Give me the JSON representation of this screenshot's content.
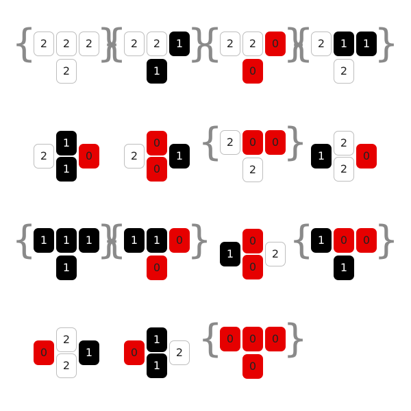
{
  "colors": {
    "white": "#ffffff",
    "black": "#000000",
    "red": "#e60000",
    "brace": "#8a8a8a"
  },
  "brace_glyphs": {
    "open": "{",
    "close": "}"
  },
  "figures": [
    {
      "kind": "row",
      "braces": true,
      "row": [
        "2",
        "2",
        "2"
      ],
      "below": "2"
    },
    {
      "kind": "row",
      "braces": true,
      "row": [
        "2",
        "2",
        "1"
      ],
      "below": "1"
    },
    {
      "kind": "row",
      "braces": true,
      "row": [
        "2",
        "2",
        "0"
      ],
      "below": "0"
    },
    {
      "kind": "row",
      "braces": true,
      "row": [
        "2",
        "1",
        "1"
      ],
      "below": "2"
    },
    {
      "kind": "cross",
      "left": "2",
      "top": "1",
      "right": "0",
      "bottom": "1"
    },
    {
      "kind": "cross",
      "left": "2",
      "top": "0",
      "right": "1",
      "bottom": "0"
    },
    {
      "kind": "row",
      "braces": true,
      "row": [
        "2",
        "0",
        "0"
      ],
      "below": "2"
    },
    {
      "kind": "cross",
      "left": "1",
      "top": "2",
      "right": "0",
      "bottom": "2"
    },
    {
      "kind": "row",
      "braces": true,
      "row": [
        "1",
        "1",
        "1"
      ],
      "below": "1"
    },
    {
      "kind": "row",
      "braces": true,
      "row": [
        "1",
        "1",
        "0"
      ],
      "below": "0"
    },
    {
      "kind": "cross",
      "left": "1",
      "top": "0",
      "right": "2",
      "bottom": "0"
    },
    {
      "kind": "row",
      "braces": true,
      "row": [
        "1",
        "0",
        "0"
      ],
      "below": "1"
    },
    {
      "kind": "cross",
      "left": "0",
      "top": "2",
      "right": "1",
      "bottom": "2"
    },
    {
      "kind": "cross",
      "left": "0",
      "top": "1",
      "right": "2",
      "bottom": "1"
    },
    {
      "kind": "row",
      "braces": true,
      "row": [
        "0",
        "0",
        "0"
      ],
      "below": "0"
    }
  ]
}
